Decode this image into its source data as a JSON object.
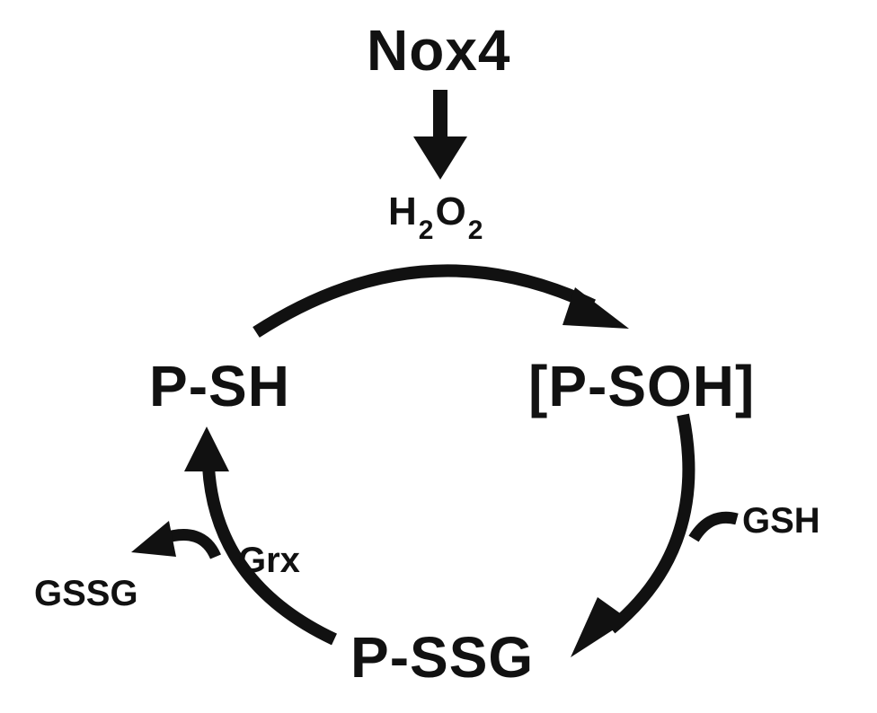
{
  "diagram": {
    "source": "Nox4",
    "oxidant": {
      "base_h": "H",
      "sub1": "2",
      "base_o": "O",
      "sub2": "2"
    },
    "nodes": {
      "reduced": "P-SH",
      "sulfenic": "[P-SOH]",
      "glutathionylated": "P-SSG"
    },
    "cofactors": {
      "glutathione_in": "GSH",
      "enzyme": "Grx",
      "glutathione_out": "GSSG"
    },
    "colors": {
      "ink": "#111111",
      "background": "#ffffff"
    }
  }
}
